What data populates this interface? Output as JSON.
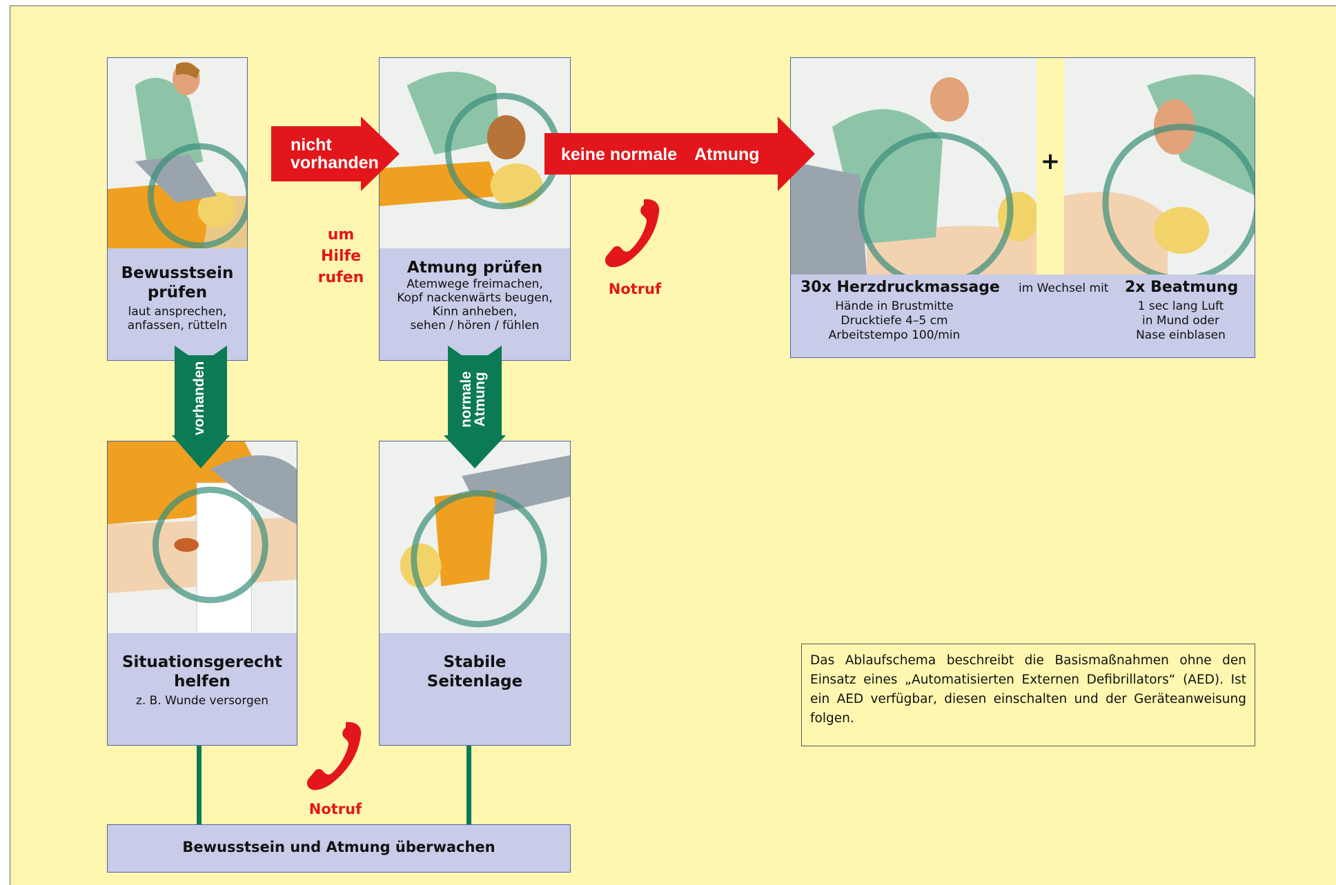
{
  "colors": {
    "background": "#fff7b0",
    "box_fill": "#c8cce8",
    "box_border": "#5060a8",
    "red_arrow": "#e3161b",
    "green_arrow": "#0b7a55"
  },
  "step1": {
    "title": "Bewusstsein prüfen",
    "lines": [
      "laut ansprechen,",
      "anfassen, rütteln"
    ]
  },
  "step2": {
    "title": "Atmung prüfen",
    "lines": [
      "Atemwege freimachen,",
      "Kopf nackenwärts beugen,",
      "Kinn anheben,",
      "sehen / hören / fühlen"
    ]
  },
  "step3": {
    "left_title": "30x Herzdruckmassage",
    "middle": "im Wechsel mit",
    "right_title": "2x Beatmung",
    "left_lines": [
      "Hände in Brustmitte",
      "Drucktiefe 4–5 cm",
      "Arbeitstempo 100/min"
    ],
    "right_lines": [
      "1 sec lang Luft",
      "in Mund oder",
      "Nase einblasen"
    ],
    "plus": "+"
  },
  "step4": {
    "title_lines": [
      "Situationsgerecht",
      "helfen"
    ],
    "sub": "z. B. Wunde versorgen"
  },
  "step5": {
    "title_lines": [
      "Stabile",
      "Seitenlage"
    ]
  },
  "bottom": {
    "title": "Bewusstsein und Atmung überwachen"
  },
  "arrows": {
    "nicht_vorhanden": [
      "nicht",
      "vorhanden"
    ],
    "keine_normale": "keine normale",
    "atmung": "Atmung",
    "vorhanden": "vorhanden",
    "normale_atmung": [
      "normale",
      "Atmung"
    ]
  },
  "labels": {
    "um_hilfe_rufen": [
      "um",
      "Hilfe",
      "rufen"
    ],
    "notruf_top": "Notruf",
    "notruf_bottom": "Notruf"
  },
  "note": {
    "text": "Das Ablaufschema beschreibt die Basismaßnahmen ohne den Einsatz eines „Automatisierten Externen Defibrillators“ (AED). Ist ein AED verfügbar, diesen einschalten und der Geräteanweisung folgen."
  }
}
